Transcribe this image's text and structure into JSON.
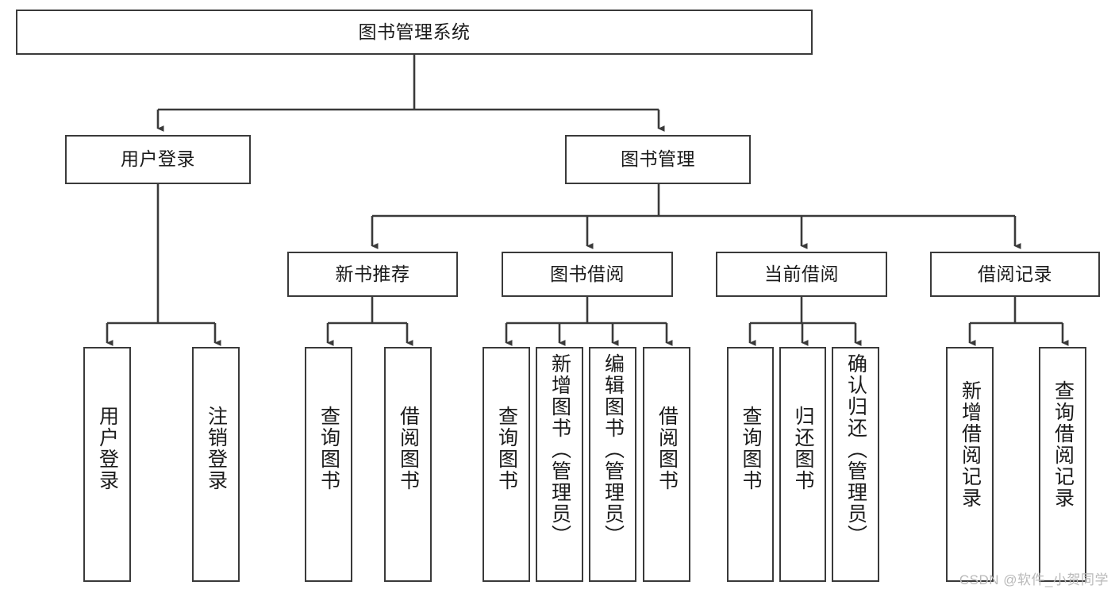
{
  "diagram": {
    "title": "图书管理系统",
    "type": "tree-hierarchy-chart",
    "watermark": "CSDN @软件_小贺同学",
    "colors": {
      "node_border": "#3a3a3a",
      "node_fill": "#ffffff",
      "edge": "#3a3a3a",
      "text": "#1b1b1b",
      "watermark": "#b9b9b9",
      "background": "#ffffff"
    },
    "levels": {
      "root": {
        "label": "图书管理系统"
      },
      "level2": [
        {
          "id": "user-login",
          "label": "用户登录"
        },
        {
          "id": "book-manage",
          "label": "图书管理"
        }
      ],
      "level3": [
        {
          "id": "new-book-recommend",
          "label": "新书推荐",
          "parent": "book-manage"
        },
        {
          "id": "book-borrow",
          "label": "图书借阅",
          "parent": "book-manage"
        },
        {
          "id": "current-borrow",
          "label": "当前借阅",
          "parent": "book-manage"
        },
        {
          "id": "borrow-record",
          "label": "借阅记录",
          "parent": "book-manage"
        }
      ],
      "leaves": [
        {
          "id": "leaf-user-login",
          "label": "用户登录",
          "parent": "user-login"
        },
        {
          "id": "leaf-logout-login",
          "label": "注销登录",
          "parent": "user-login"
        },
        {
          "id": "leaf-query-book-1",
          "label": "查询图书",
          "parent": "new-book-recommend"
        },
        {
          "id": "leaf-borrow-book-1",
          "label": "借阅图书",
          "parent": "new-book-recommend"
        },
        {
          "id": "leaf-query-book-2",
          "label": "查询图书",
          "parent": "book-borrow"
        },
        {
          "id": "leaf-add-book",
          "label": "新增图书（管理员）",
          "parent": "book-borrow"
        },
        {
          "id": "leaf-edit-book",
          "label": "编辑图书（管理员）",
          "parent": "book-borrow"
        },
        {
          "id": "leaf-borrow-book-2",
          "label": "借阅图书",
          "parent": "book-borrow"
        },
        {
          "id": "leaf-query-book-3",
          "label": "查询图书",
          "parent": "current-borrow"
        },
        {
          "id": "leaf-return-book",
          "label": "归还图书",
          "parent": "current-borrow"
        },
        {
          "id": "leaf-confirm-return",
          "label": "确认归还（管理员）",
          "parent": "current-borrow"
        },
        {
          "id": "leaf-add-record",
          "label": "新增借阅记录",
          "parent": "borrow-record"
        },
        {
          "id": "leaf-query-record",
          "label": "查询借阅记录",
          "parent": "borrow-record"
        }
      ]
    }
  }
}
